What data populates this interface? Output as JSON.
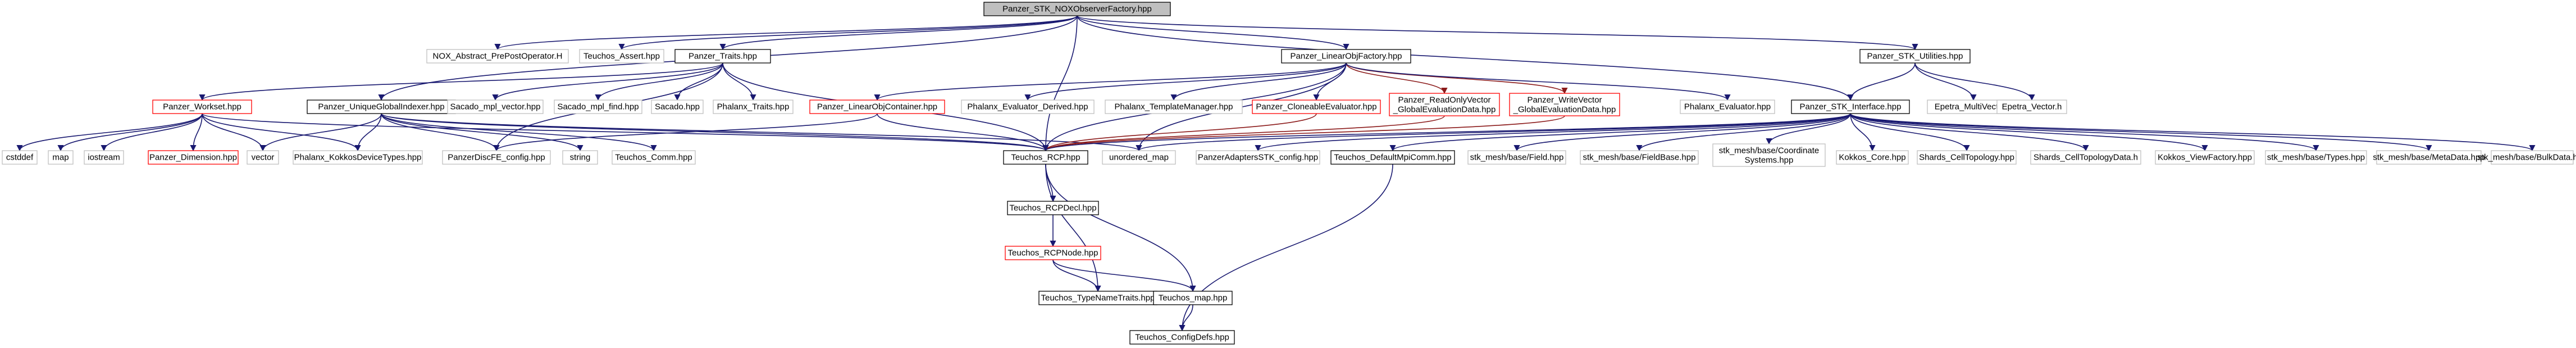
{
  "diagram": {
    "title": "Panzer_STK_NOXObserverFactory.hpp",
    "colors": {
      "edge": "#191970",
      "edge_highlight": "#8b1a1a",
      "node_border_default": "#000000",
      "node_border_external": "#bfbfbf",
      "node_border_red": "#ff0000",
      "root_fill": "#bfbfbf"
    },
    "nodes": {
      "root": "Panzer_STK_NOXObserverFactory.hpp",
      "nox_abstract": "NOX_Abstract_PrePostOperator.H",
      "teuchos_asset": "Teuchos_Assert.hpp",
      "panzer_traits": "Panzer_Traits.hpp",
      "panzer_linearobjfactory": "Panzer_LinearObjFactory.hpp",
      "panzer_stk_utilities": "Panzer_STK_Utilities.hpp",
      "panzer_workset": "Panzer_Workset.hpp",
      "panzer_uniqueglobalindexer": "Panzer_UniqueGlobalIndexer.hpp",
      "sacado_mpl_vector": "Sacado_mpl_vector.hpp",
      "sacado_mpl_find": "Sacado_mpl_find.hpp",
      "sacado": "Sacado.hpp",
      "phalanx_traits": "Phalanx_Traits.hpp",
      "panzer_linearobjcontainer": "Panzer_LinearObjContainer.hpp",
      "phalanx_evaluator_derived": "Phalanx_Evaluator_Derived.hpp",
      "phalanx_templatemanager": "Phalanx_TemplateManager.hpp",
      "panzer_cloneableevaluator": "Panzer_CloneableEvaluator.hpp",
      "panzer_readonlyvector_1": "Panzer_ReadOnlyVector",
      "panzer_readonlyvector_2": "_GlobalEvaluationData.hpp",
      "panzer_writevector_1": "Panzer_WriteVector",
      "panzer_writevector_2": "_GlobalEvaluationData.hpp",
      "phalanx_evaluator": "Phalanx_Evaluator.hpp",
      "panzer_stk_interface": "Panzer_STK_Interface.hpp",
      "epetra_multivector": "Epetra_MultiVector.h",
      "epetra_vector": "Epetra_Vector.h",
      "cstddef": "cstddef",
      "map": "map",
      "iostream": "iostream",
      "panzer_dimension": "Panzer_Dimension.hpp",
      "vector": "vector",
      "phalanx_kokkosdevicetypes": "Phalanx_KokkosDeviceTypes.hpp",
      "panzerdiscfe_config": "PanzerDiscFE_config.hpp",
      "string": "string",
      "teuchos_comm": "Teuchos_Comm.hpp",
      "teuchos_rcp": "Teuchos_RCP.hpp",
      "unordered_map": "unordered_map",
      "panzeradaptersstk_config": "PanzerAdaptersSTK_config.hpp",
      "teuchos_defaultmpicomm": "Teuchos_DefaultMpiComm.hpp",
      "stk_mesh_field": "stk_mesh/base/Field.hpp",
      "stk_mesh_fieldbase": "stk_mesh/base/FieldBase.hpp",
      "stk_mesh_coord_1": "stk_mesh/base/Coordinate",
      "stk_mesh_coord_2": "Systems.hpp",
      "kokkos_core": "Kokkos_Core.hpp",
      "shards_celltopology": "Shards_CellTopology.hpp",
      "shards_celltopologydata": "Shards_CellTopologyData.h",
      "kokkos_viewfactory": "Kokkos_ViewFactory.hpp",
      "stk_mesh_types": "stk_mesh/base/Types.hpp",
      "stk_mesh_metadata": "stk_mesh/base/MetaData.hpp",
      "stk_mesh_bulkdata": "stk_mesh/base/BulkData.hpp",
      "teuchos_rcpdecl": "Teuchos_RCPDecl.hpp",
      "teuchos_rcpnode": "Teuchos_RCPNode.hpp",
      "teuchos_typenametraits": "Teuchos_TypeNameTraits.hpp",
      "teuchos_map": "Teuchos_map.hpp",
      "teuchos_configdefs": "Teuchos_ConfigDefs.hpp"
    }
  }
}
